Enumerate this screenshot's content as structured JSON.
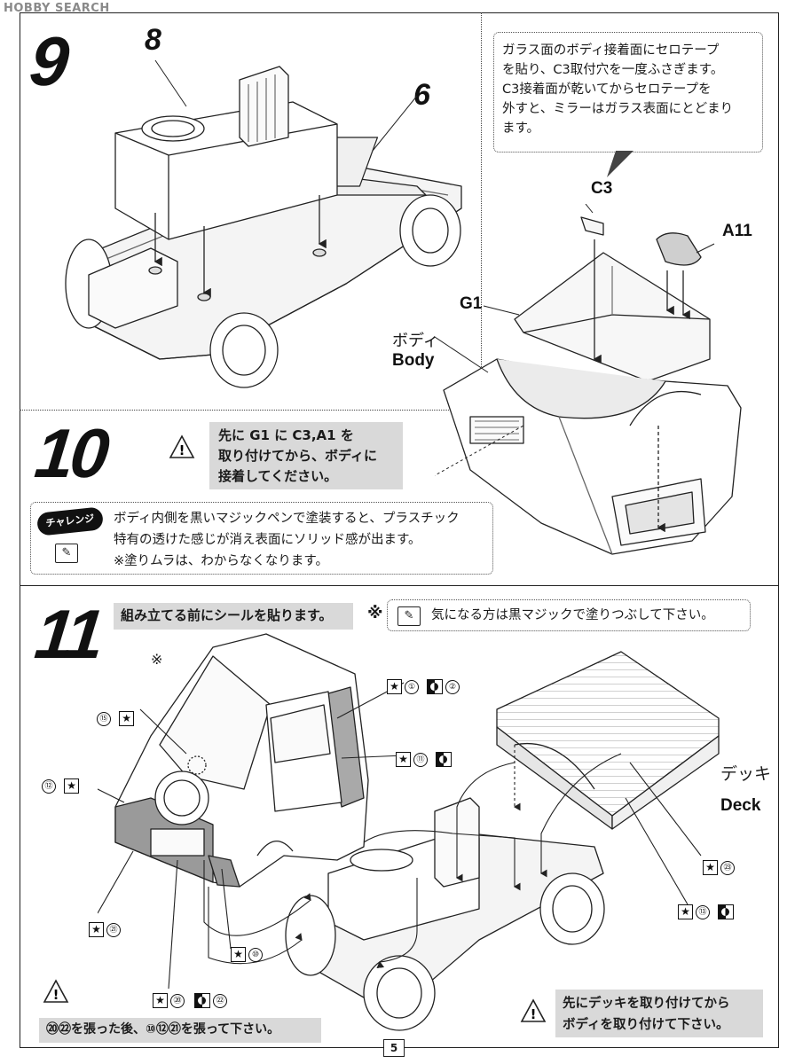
{
  "watermark": "HOBBY SEARCH",
  "steps": {
    "s9": "9",
    "s10": "10",
    "s11": "11"
  },
  "step9": {
    "part_8": "8",
    "part_6": "6",
    "note": [
      "ガラス面のボディ接着面にセロテープ",
      "を貼り、C3取付穴を一度ふさぎます。",
      "C3接着面が乾いてからセロテープを",
      "外すと、ミラーはガラス表面にとどまり",
      "ます。"
    ]
  },
  "step10": {
    "labels": {
      "c3": "C3",
      "a11": "A11",
      "g1": "G1",
      "body_jp": "ボディ",
      "body_en": "Body"
    },
    "warning": [
      "先に G1 に C3,A1 を",
      "取り付けてから、ボディに",
      "接着してください。"
    ],
    "challenge_badge": "チャレンジ",
    "challenge_text": [
      "ボディ内側を黒いマジックペンで塗装すると、プラスチック",
      "特有の透けた感じが消え表面にソリッド感が出ます。",
      "※塗りムラは、わからなくなります。"
    ]
  },
  "step11": {
    "header": "組み立てる前にシールを貼ります。",
    "ref_mark": "※",
    "header_note": "気になる方は黒マジックで塗りつぶして下さい。",
    "deck_jp": "デッキ",
    "deck_en": "Deck",
    "callouts": {
      "c1": "①",
      "c2": "②",
      "c11": "⑪",
      "c15": "⑮",
      "c12": "⑫",
      "c23": "㉓",
      "c13": "⑬",
      "c21": "㉑",
      "c10": "⑩",
      "c20": "⑳",
      "c22": "㉒"
    },
    "bottom_left_note": "⑳㉒を張った後、⑩⑫㉑を張って下さい。",
    "bottom_right_note": [
      "先にデッキを取り付けてから",
      "ボディを取り付けて下さい。"
    ]
  },
  "page_number": "5"
}
